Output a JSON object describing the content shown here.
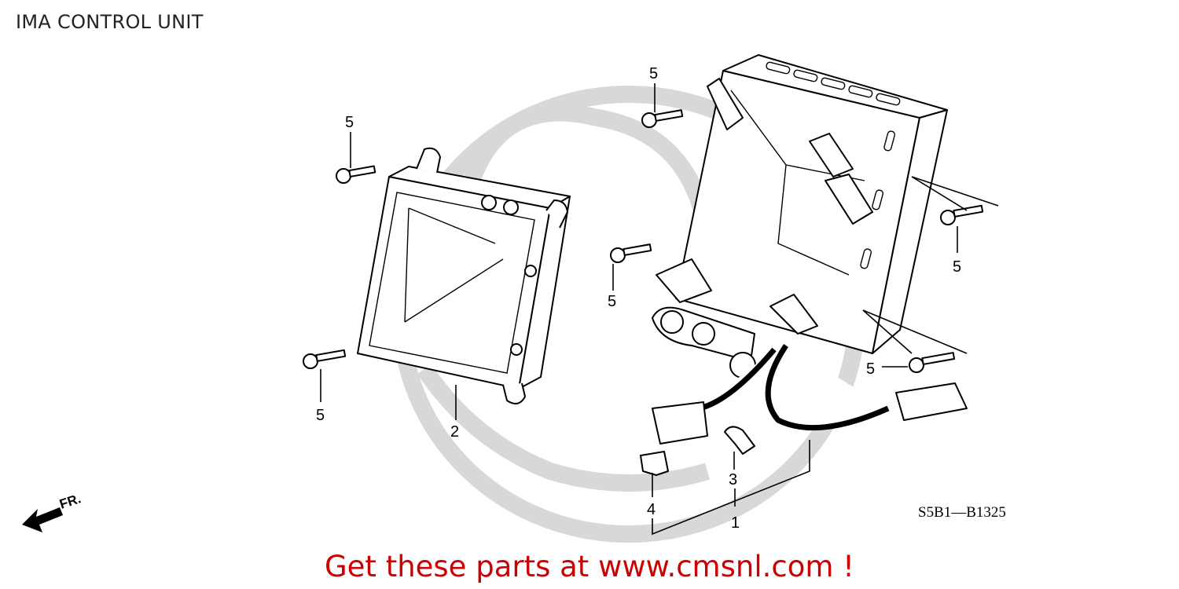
{
  "title": "IMA CONTROL UNIT",
  "callouts": {
    "c1": "1",
    "c2": "2",
    "c3": "3",
    "c4": "4",
    "c5a": "5",
    "c5b": "5",
    "c5c": "5",
    "c5d": "5",
    "c5e": "5",
    "c5f": "5"
  },
  "diagram_code": "S5B1—B1325",
  "front_label": "FR.",
  "footer_text": "Get these parts at www.cmsnl.com !",
  "colors": {
    "footer": "#cc0000",
    "ink": "#000000",
    "watermark": "#d8d8d8"
  }
}
